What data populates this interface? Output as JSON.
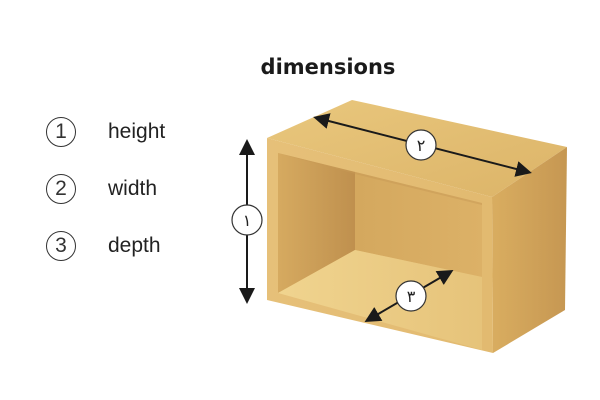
{
  "title": "dimensions",
  "legend": [
    {
      "number": "1",
      "label": "height"
    },
    {
      "number": "2",
      "label": "width"
    },
    {
      "number": "3",
      "label": "depth"
    }
  ],
  "diagram_markers": {
    "height": "١",
    "width": "٢",
    "depth": "٣"
  },
  "colors": {
    "wood_light": "#e8c77e",
    "wood_mid": "#d9b163",
    "wood_dark": "#c29450",
    "arrow": "#1a1a1a"
  }
}
